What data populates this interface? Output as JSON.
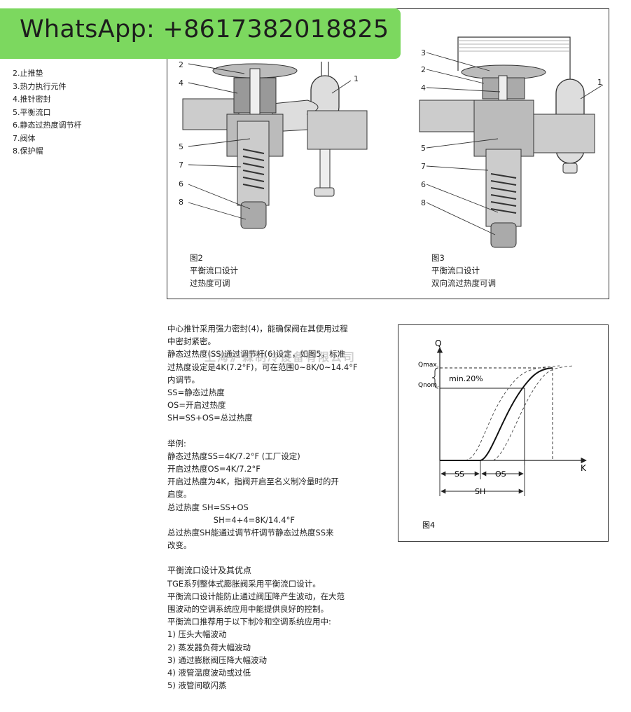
{
  "banner": {
    "text": "WhatsApp: +8617382018825"
  },
  "legend": [
    "2.止推垫",
    "3.热力执行元件",
    "4.推针密封",
    "5.平衡流口",
    "6.静态过热度调节杆",
    "7.阀体",
    "8.保护帽"
  ],
  "fig2": {
    "caption": [
      "图2",
      "平衡流口设计",
      "过热度可调"
    ],
    "callouts": [
      "2",
      "4",
      "5",
      "7",
      "6",
      "8",
      "1"
    ]
  },
  "fig3": {
    "caption": [
      "图3",
      "平衡流口设计",
      "双向流过热度可调"
    ],
    "callouts": [
      "3",
      "2",
      "4",
      "5",
      "7",
      "6",
      "8",
      "1"
    ]
  },
  "fig4": {
    "caption": "图4",
    "labels": {
      "q": "Q",
      "qmax": "Qmax.",
      "qnom": "Qnom.",
      "min": "min.20%",
      "k": "K",
      "ss": "SS",
      "os": "OS",
      "sh": "SH"
    }
  },
  "watermark": "上海沪霖制冷设备有限公司",
  "body": {
    "p1": [
      "中心推针采用强力密封(4)，能确保阀在其使用过程",
      "中密封紧密。",
      "静态过热度(SS)通过调节杆(6)设定，如图5，标准",
      "过热度设定是4K(7.2°F)，可在范围0~8K/0~14.4°F",
      "内调节。",
      "SS=静态过热度",
      "OS=开启过热度",
      "SH=SS+OS=总过热度"
    ],
    "p2": [
      "举例:",
      "静态过热度SS=4K/7.2°F (工厂设定)",
      "开启过热度OS=4K/7.2°F",
      "开启过热度为4K，指阀开启至名义制冷量时的开",
      "启度。",
      "总过热度  SH=SS+OS",
      "                  SH=4+4=8K/14.4°F",
      "总过热度SH能通过调节杆调节静态过热度SS来",
      "改变。"
    ],
    "section_title": "平衡流口设计及其优点",
    "p3": [
      "TGE系列整体式膨胀阀采用平衡流口设计。",
      "平衡流口设计能防止通过阀压降产生波动，在大范",
      "围波动的空调系统应用中能提供良好的控制。",
      "平衡流口推荐用于以下制冷和空调系统应用中:"
    ],
    "list": [
      "1)  压头大幅波动",
      "2)  蒸发器负荷大幅波动",
      "3)  通过膨胀阀压降大幅波动",
      "4)  液管温度波动或过低",
      "5)  液管间歇闪蒸"
    ]
  }
}
